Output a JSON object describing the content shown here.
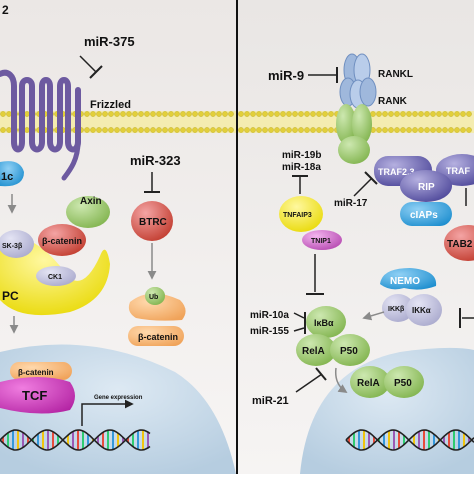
{
  "left": {
    "panel_label": "2",
    "mir375": "miR-375",
    "frizzled": "Frizzled",
    "dvl": "1c",
    "axin": "Axin",
    "gsk3b": "SK-3β",
    "beta_catenin_1": "β-catenin",
    "ck1": "CK1",
    "apc": "PC",
    "mir323": "miR-323",
    "btrc": "BTRC",
    "ub": "Ub",
    "beta_catenin_2": "β-catenin",
    "beta_catenin_3": "β-catenin",
    "tcf": "TCF",
    "gene_expression": "Gene expression"
  },
  "right": {
    "mir9": "miR-9",
    "rankl": "RANKL",
    "rank": "RANK",
    "traf23": "TRAF2,3",
    "traf_partial": "TRAF",
    "rip": "RIP",
    "ciaps": "cIAPs",
    "mir19b": "miR-19b",
    "mir18a": "miR-18a",
    "mir17": "miR-17",
    "tnfaip3": "TNFAIP3",
    "tnip1": "TNIP1",
    "tab2": "TAB2",
    "nemo": "NEMO",
    "ikkb": "IKKβ",
    "ikka": "IKKα",
    "mir10a": "miR-10a",
    "mir155": "miR-155",
    "ikba": "IκBα",
    "rela_1": "RelA",
    "p50_1": "P50",
    "mir21": "miR-21",
    "rela_2": "RelA",
    "p50_2": "P50"
  },
  "colors": {
    "membrane": "#f4ecb0",
    "receptor": "#6d5aa0",
    "nucleus": "#b6cde0",
    "traf": "#4b4598",
    "nfkb": "#7fb24b",
    "inhibitor_line": "#222222",
    "activation_arrow": "#8a8a8a"
  }
}
